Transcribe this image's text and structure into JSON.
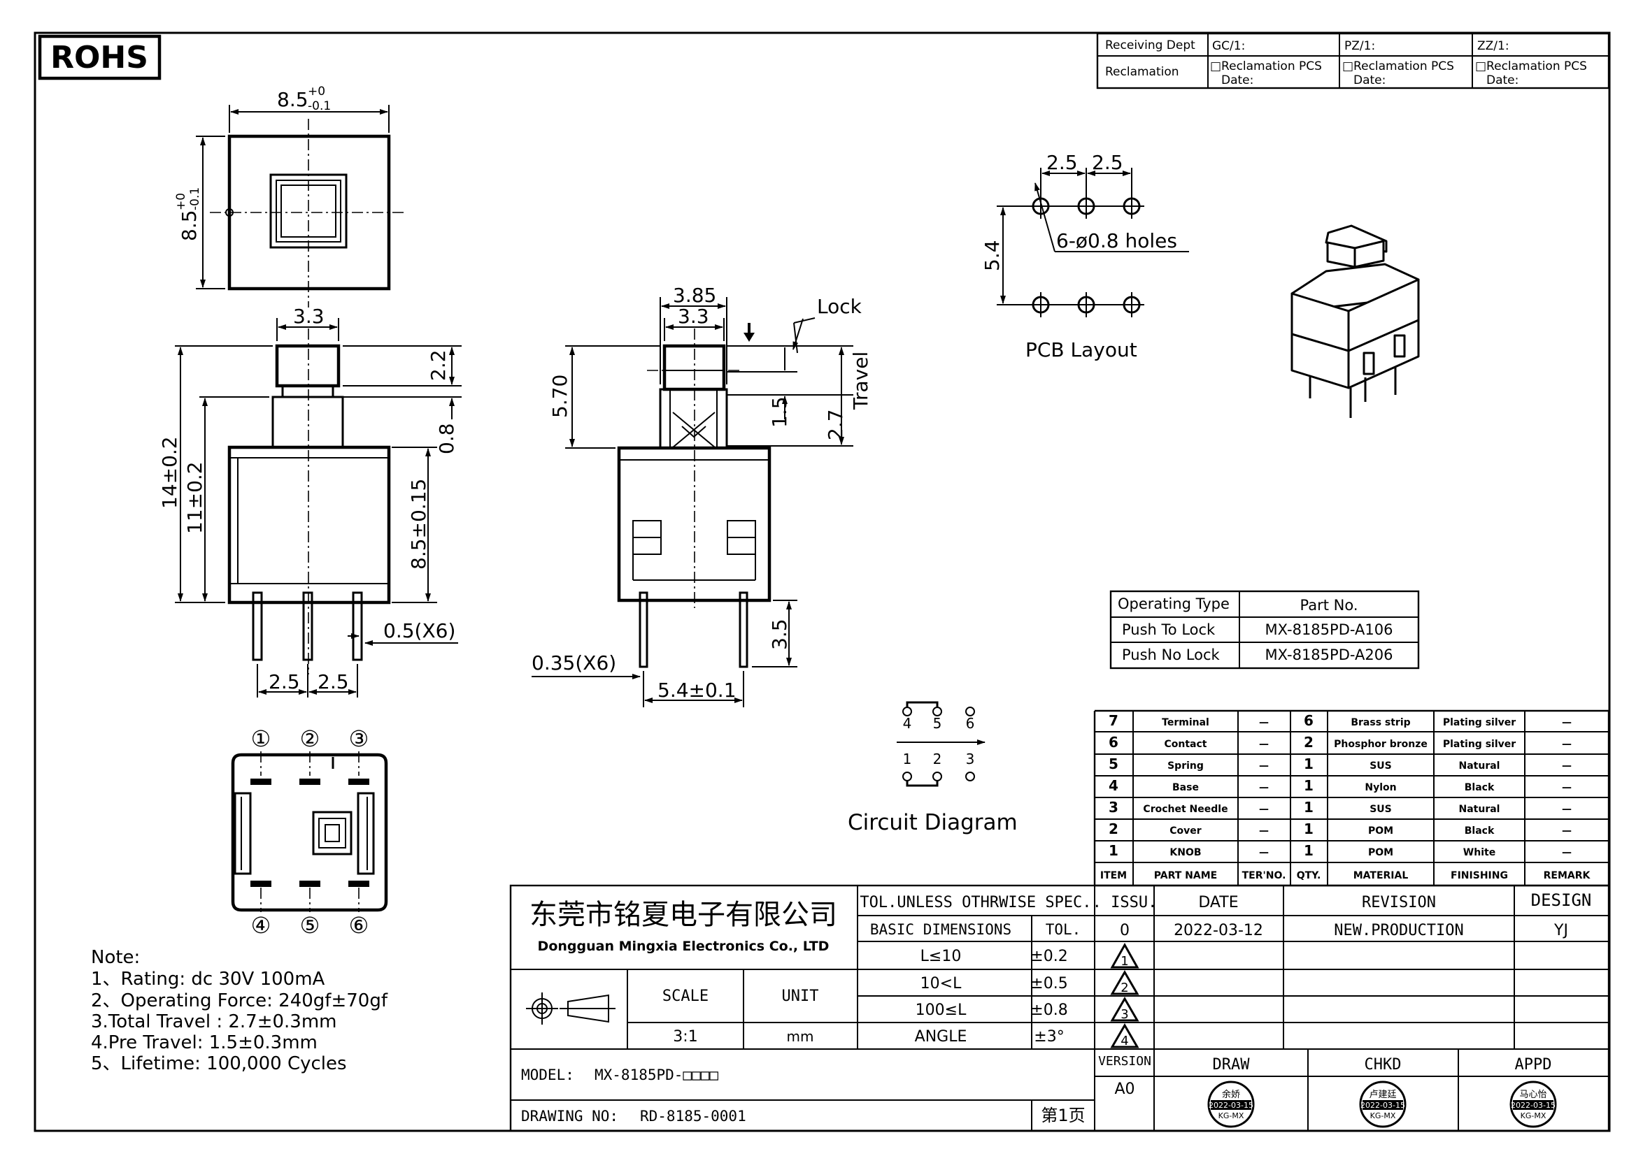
{
  "rohs": "ROHS",
  "receiving": {
    "receiving_dept": "Receiving Dept",
    "reclamation": "Reclamation",
    "gc": "GC/1:",
    "pz": "PZ/1:",
    "zz": "ZZ/1:",
    "reclamation_pcs": "□Reclamation  PCS",
    "date": "Date:"
  },
  "top_view": {
    "width": "8.5",
    "height": "8.5",
    "tol_plus": "+0",
    "tol_minus": "-0.1"
  },
  "side_view": {
    "button_width": "3.3",
    "button_height": "2.2",
    "collar": "0.8",
    "total_height": "14±0.2",
    "body_plus": "11±0.2",
    "body_height": "8.5±0.15",
    "pin_width": "0.5(X6)",
    "pitch_a": "2.5",
    "pitch_b": "2.5"
  },
  "front_view": {
    "width_outer": "3.85",
    "width_inner": "3.3",
    "lock": "Lock",
    "height": "5.70",
    "pre_travel": "1.5",
    "travel": "2.7",
    "travel_label": "Travel",
    "pin_length": "3.5",
    "pin_thickness": "0.35(X6)",
    "pin_spacing": "5.4±0.1"
  },
  "pcb": {
    "pitch_a": "2.5",
    "pitch_b": "2.5",
    "row_spacing": "5.4",
    "holes": "6-ø0.8  holes",
    "title": "PCB  Layout"
  },
  "bottom_view": {
    "pins_top": [
      "①",
      "②",
      "③"
    ],
    "pins_bottom": [
      "④",
      "⑤",
      "⑥"
    ]
  },
  "circuit": {
    "title": "Circuit  Diagram",
    "top_labels": [
      "4",
      "5",
      "6"
    ],
    "bottom_labels": [
      "1",
      "2",
      "3"
    ]
  },
  "part_table": {
    "headers": [
      "Operating  Type",
      "Part  No."
    ],
    "rows": [
      [
        "Push  To  Lock",
        "MX-8185PD-A106"
      ],
      [
        "Push  No  Lock",
        "MX-8185PD-A206"
      ]
    ]
  },
  "bom": {
    "headers": [
      "ITEM",
      "PART NAME",
      "TER'NO.",
      "QTY.",
      "MATERIAL",
      "FINISHING",
      "REMARK"
    ],
    "rows": [
      [
        "7",
        "Terminal",
        "—",
        "6",
        "Brass strip",
        "Plating silver",
        "—"
      ],
      [
        "6",
        "Contact",
        "—",
        "2",
        "Phosphor bronze",
        "Plating silver",
        "—"
      ],
      [
        "5",
        "Spring",
        "—",
        "1",
        "SUS",
        "Natural",
        "—"
      ],
      [
        "4",
        "Base",
        "—",
        "1",
        "Nylon",
        "Black",
        "—"
      ],
      [
        "3",
        "Crochet Needle",
        "—",
        "1",
        "SUS",
        "Natural",
        "—"
      ],
      [
        "2",
        "Cover",
        "—",
        "1",
        "POM",
        "Black",
        "—"
      ],
      [
        "1",
        "KNOB",
        "—",
        "1",
        "POM",
        "White",
        "—"
      ]
    ]
  },
  "notes": {
    "title": "Note:",
    "items": [
      "1、Rating:  dc  30V  100mA",
      "2、Operating  Force:  240gf±70gf",
      "3.Total  Travel :  2.7±0.3mm",
      "4.Pre  Travel:  1.5±0.3mm",
      "5、Lifetime:    100,000  Cycles"
    ]
  },
  "title_block": {
    "company_cn": "东莞市铭夏电子有限公司",
    "company_en": "Dongguan Mingxia Electronics Co., LTD",
    "tol_header": "TOL.UNLESS OTHRWISE SPEC.",
    "basic_dimensions": "BASIC DIMENSIONS",
    "tol": "TOL.",
    "tol_rows": [
      [
        "L≤10",
        "±0.2"
      ],
      [
        "10<L",
        "±0.5"
      ],
      [
        "100≤L",
        "±0.8"
      ],
      [
        "ANGLE",
        "±3°"
      ]
    ],
    "scale_label": "SCALE",
    "unit_label": "UNIT",
    "scale": "3:1",
    "unit": "mm",
    "issu": ". ISSU.",
    "date_label": "DATE",
    "revision_label": "REVISION",
    "design_label": "DESIGN",
    "issue": "0",
    "date": "2022-03-12",
    "revision": "NEW.PRODUCTION",
    "design": "YJ",
    "triangles": [
      "1",
      "2",
      "3",
      "4"
    ],
    "version_label": "VERSION",
    "version": "A0",
    "draw": "DRAW",
    "chkd": "CHKD",
    "appd": "APPD",
    "model_label": "MODEL:",
    "model": "MX-8185PD-□□□□",
    "drawing_no_label": "DRAWING NO:",
    "drawing_no": "RD-8185-0001",
    "page": "第1页",
    "stamps": [
      {
        "name": "余娇",
        "date": "2022-03-15",
        "code": "KG-MX"
      },
      {
        "name": "卢建廷",
        "date": "2022-03-15",
        "code": "KG-MX"
      },
      {
        "name": "马心怡",
        "date": "2022-03-15",
        "code": "KG-MX"
      }
    ]
  }
}
